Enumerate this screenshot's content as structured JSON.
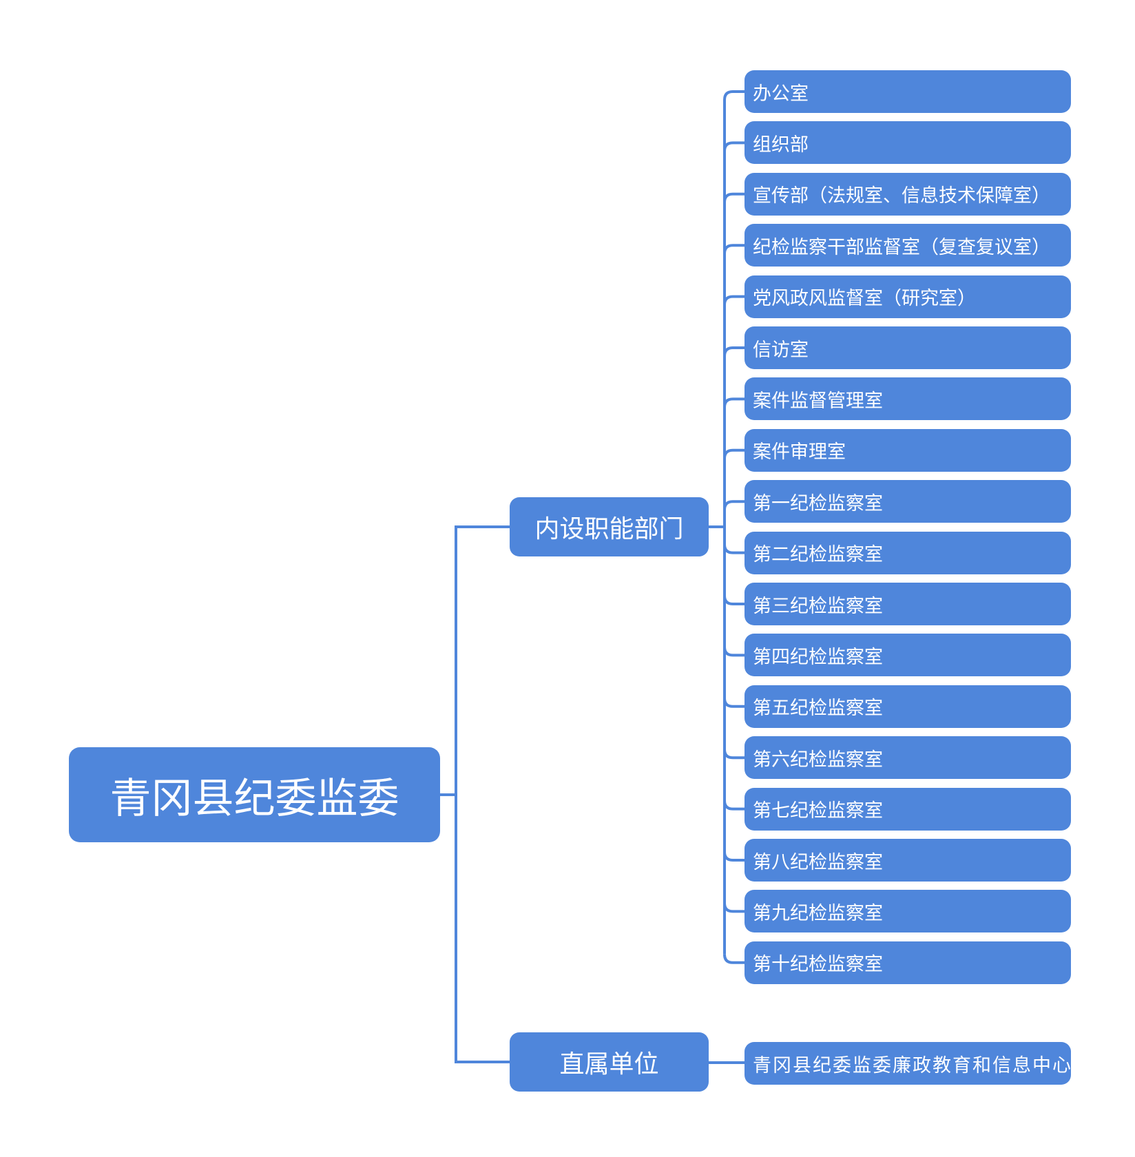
{
  "colors": {
    "node": "#4f86db",
    "line": "#4f86db"
  },
  "root": {
    "label": "青冈县纪委监委"
  },
  "branches": [
    {
      "label": "内设职能部门",
      "children": [
        "办公室",
        "组织部",
        "宣传部（法规室、信息技术保障室）",
        "纪检监察干部监督室（复查复议室）",
        "党风政风监督室（研究室）",
        "信访室",
        "案件监督管理室",
        "案件审理室",
        "第一纪检监察室",
        "第二纪检监察室",
        "第三纪检监察室",
        "第四纪检监察室",
        "第五纪检监察室",
        "第六纪检监察室",
        "第七纪检监察室",
        "第八纪检监察室",
        "第九纪检监察室",
        "第十纪检监察室"
      ]
    },
    {
      "label": "直属单位",
      "children": [
        "青冈县纪委监委廉政教育和信息中心"
      ]
    }
  ]
}
